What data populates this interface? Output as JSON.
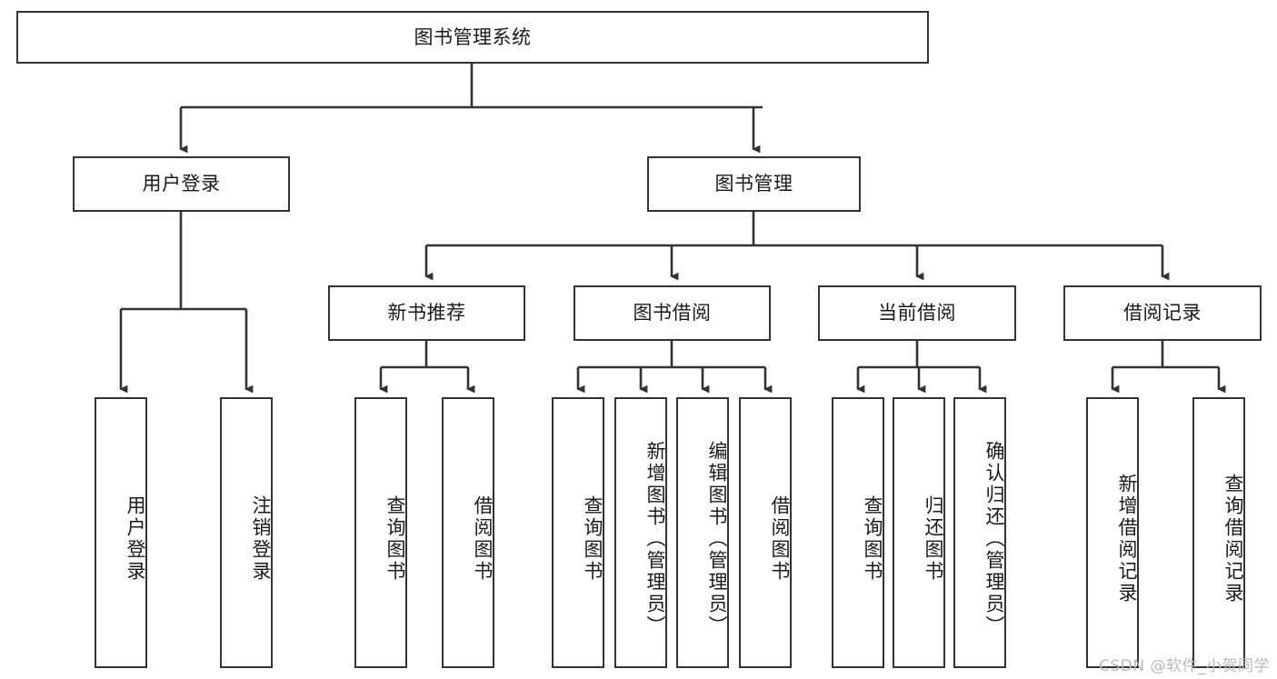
{
  "diagram": {
    "type": "tree-hierarchy-chart",
    "title": "图书管理系统",
    "watermark": "CSDN @软件_小贺同学",
    "colors": {
      "border": "#333333",
      "fill": "#ffffff",
      "text": "#1a1a1a",
      "watermark": "#b9b9b9",
      "background": "#ffffff"
    },
    "levels": {
      "root": {
        "label": "图书管理系统"
      },
      "level2": [
        {
          "label": "用户登录"
        },
        {
          "label": "图书管理"
        }
      ],
      "level3": [
        {
          "label": "新书推荐"
        },
        {
          "label": "图书借阅"
        },
        {
          "label": "当前借阅"
        },
        {
          "label": "借阅记录"
        }
      ]
    },
    "nodes": {
      "root": "图书管理系统",
      "user_login": "用户登录",
      "book_manage": "图书管理",
      "new_book_rec": "新书推荐",
      "book_borrow": "图书借阅",
      "current_borrow": "当前借阅",
      "borrow_record": "借阅记录",
      "leaf_user_login": "用户登录",
      "leaf_logout": "注销登录",
      "leaf_query_book_1": "查询图书",
      "leaf_borrow_book_1": "借阅图书",
      "leaf_query_book_2": "查询图书",
      "leaf_add_book_admin": "新增图书（管理员）",
      "leaf_edit_book_admin": "编辑图书（管理员）",
      "leaf_borrow_book_2": "借阅图书",
      "leaf_query_book_3": "查询图书",
      "leaf_return_book": "归还图书",
      "leaf_confirm_return_admin": "确认归还（管理员）",
      "leaf_add_record": "新增借阅记录",
      "leaf_query_record": "查询借阅记录"
    },
    "structure": [
      {
        "label": "图书管理系统",
        "children": [
          {
            "label": "用户登录",
            "children": [
              {
                "label": "用户登录"
              },
              {
                "label": "注销登录"
              }
            ]
          },
          {
            "label": "图书管理",
            "children": [
              {
                "label": "新书推荐",
                "children": [
                  {
                    "label": "查询图书"
                  },
                  {
                    "label": "借阅图书"
                  }
                ]
              },
              {
                "label": "图书借阅",
                "children": [
                  {
                    "label": "查询图书"
                  },
                  {
                    "label": "新增图书（管理员）"
                  },
                  {
                    "label": "编辑图书（管理员）"
                  },
                  {
                    "label": "借阅图书"
                  }
                ]
              },
              {
                "label": "当前借阅",
                "children": [
                  {
                    "label": "查询图书"
                  },
                  {
                    "label": "归还图书"
                  },
                  {
                    "label": "确认归还（管理员）"
                  }
                ]
              },
              {
                "label": "借阅记录",
                "children": [
                  {
                    "label": "新增借阅记录"
                  },
                  {
                    "label": "查询借阅记录"
                  }
                ]
              }
            ]
          }
        ]
      }
    ]
  }
}
